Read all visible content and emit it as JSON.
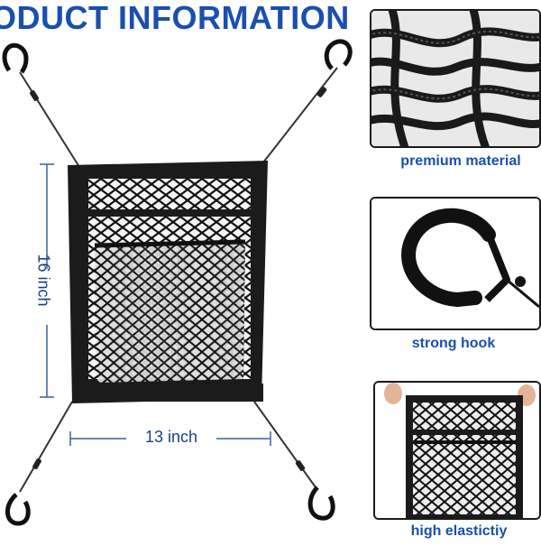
{
  "title": "ODUCT INFORMATION",
  "dimensions": {
    "height": "16 inch",
    "width": "13 inch"
  },
  "features": [
    {
      "caption": "premium material",
      "icon": "cord-texture-photo"
    },
    {
      "caption": "strong hook",
      "icon": "carabiner-hook"
    },
    {
      "caption": "high elastictiy",
      "icon": "stretched-net-photo"
    }
  ],
  "colors": {
    "title": "#1a4fae",
    "dimension": "#1a3f8a",
    "net": "#111111"
  }
}
